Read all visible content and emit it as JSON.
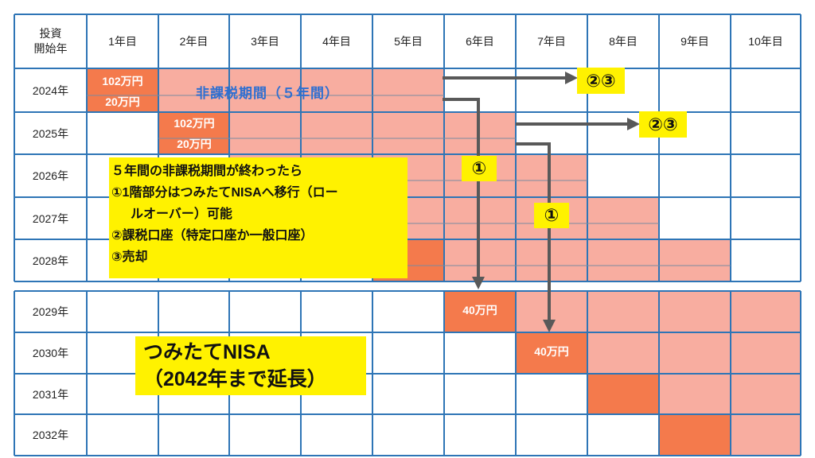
{
  "headers": {
    "corner": [
      "投資",
      "開始年"
    ],
    "years": [
      "1年目",
      "2年目",
      "3年目",
      "4年目",
      "5年目",
      "6年目",
      "7年目",
      "8年目",
      "9年目",
      "10年目"
    ]
  },
  "rows_top": [
    "2024年",
    "2025年",
    "2026年",
    "2027年",
    "2028年"
  ],
  "rows_bottom": [
    "2029年",
    "2030年",
    "2031年",
    "2032年"
  ],
  "amounts": {
    "growth": "102万円",
    "tsumitate": "20万円",
    "new_nisa": "40万円"
  },
  "tax_free_period": "非課税期間（５年間）",
  "note_lines": [
    "５年間の非課税期間が終わったら",
    "①1階部分はつみたてNISAへ移行（ロー",
    "ルオーバー）可能",
    "②課税口座（特定口座か一般口座）",
    "③売却"
  ],
  "tags": {
    "option_23": "②③",
    "option_1": "①"
  },
  "tsumitate_nisa": [
    "つみたてNISA",
    "（2042年まで延長）"
  ],
  "colors": {
    "grid": "#2e75b6",
    "light_fill": "#f8ada0",
    "dark_fill": "#f47a4c",
    "highlight": "#fff200",
    "arrow": "#595959",
    "period_text": "#2f6fd1"
  }
}
